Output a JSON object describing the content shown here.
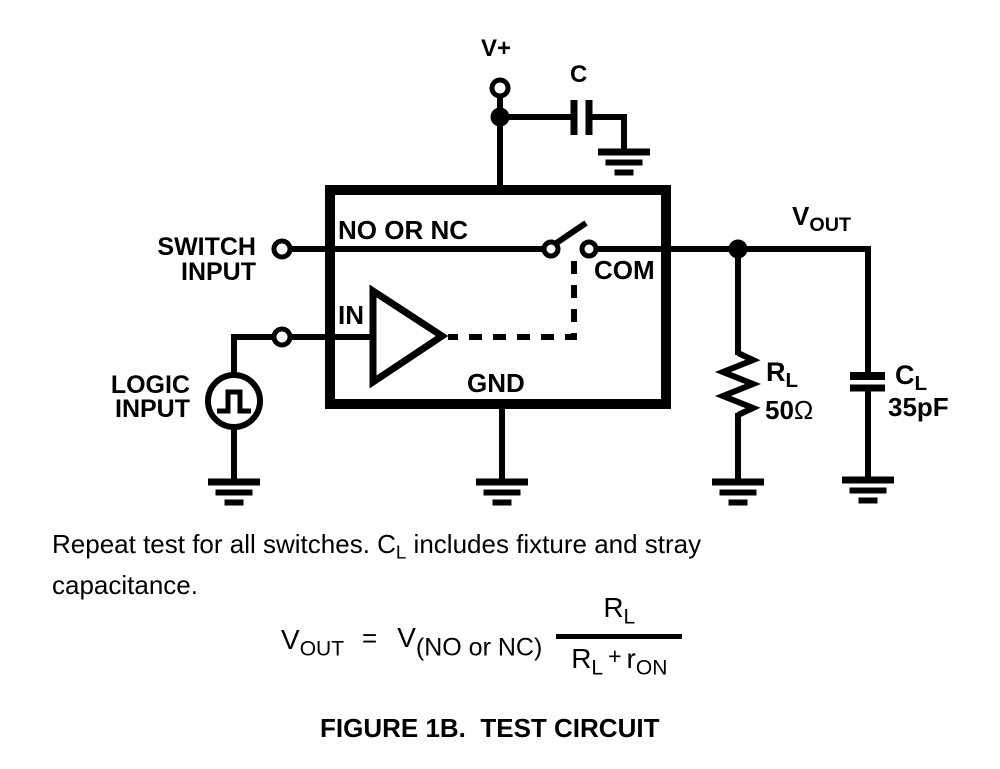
{
  "circuit": {
    "labels": {
      "v_plus": "V+",
      "bypass_cap": "C",
      "no_or_nc": "NO OR NC",
      "com": "COM",
      "in": "IN",
      "gnd": "GND",
      "switch_input": [
        "SWITCH",
        "INPUT"
      ],
      "logic_input": [
        "LOGIC",
        "INPUT"
      ],
      "vout": {
        "main": "V",
        "sub": "OUT"
      },
      "rl": {
        "main": "R",
        "sub": "L",
        "value_num": "50",
        "value_unit": "Ω"
      },
      "cl": {
        "main": "C",
        "sub": "L",
        "value": "35pF"
      }
    },
    "colors": {
      "line": "#000000",
      "background": "#ffffff"
    }
  },
  "note": {
    "line1_pre": "Repeat test for all switches. C",
    "line1_sub": "L",
    "line1_post": " includes fixture and stray",
    "line2": "capacitance."
  },
  "formula": {
    "lhs": {
      "main": "V",
      "sub": "OUT"
    },
    "equals": "=",
    "rhs": {
      "main": "V",
      "sub": "(NO or NC)"
    },
    "fraction": {
      "num": {
        "main": "R",
        "sub": "L"
      },
      "den": {
        "r": "R",
        "r_sub": "L",
        "plus": "+",
        "ron": "r",
        "ron_sub": "ON"
      }
    }
  },
  "caption": "FIGURE 1B.  TEST CIRCUIT"
}
